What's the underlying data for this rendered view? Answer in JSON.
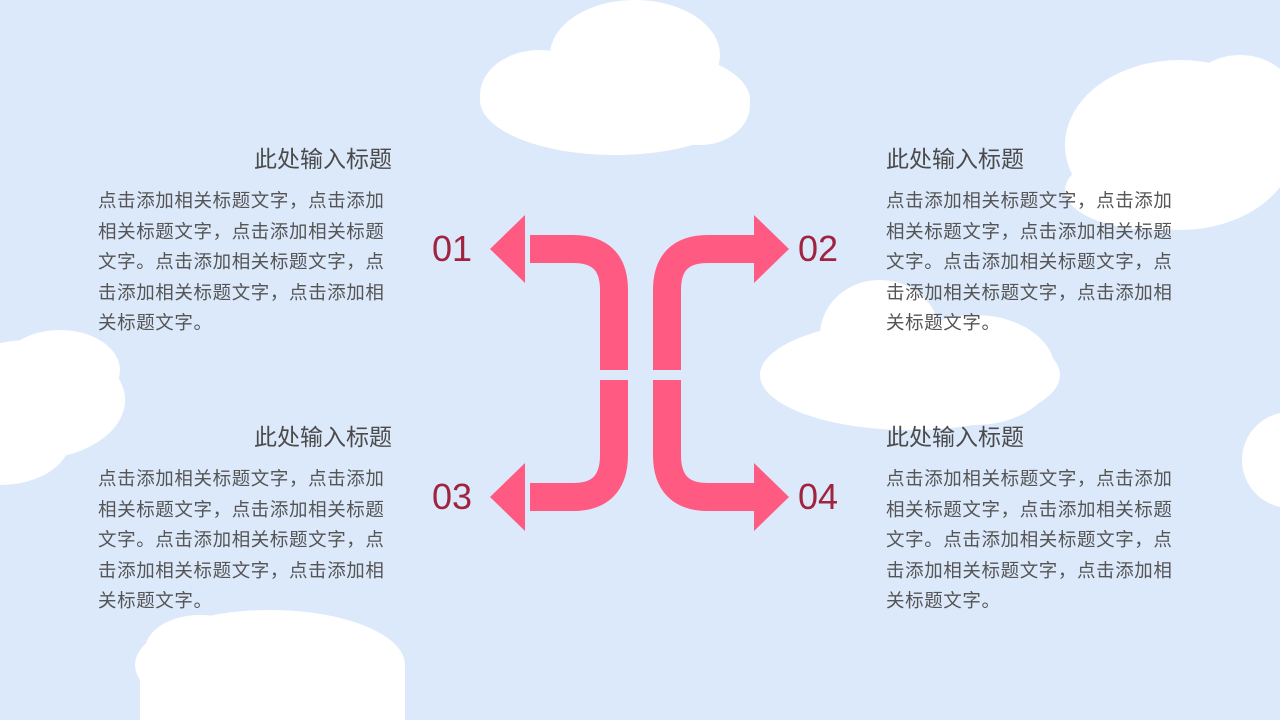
{
  "items": [
    {
      "number": "01",
      "title": "此处输入标题",
      "body": "点击添加相关标题文字，点击添加相关标题文字，点击添加相关标题文字。点击添加相关标题文字，点击添加相关标题文字，点击添加相关标题文字。"
    },
    {
      "number": "02",
      "title": "此处输入标题",
      "body": "点击添加相关标题文字，点击添加相关标题文字，点击添加相关标题文字。点击添加相关标题文字，点击添加相关标题文字，点击添加相关标题文字。"
    },
    {
      "number": "03",
      "title": "此处输入标题",
      "body": "点击添加相关标题文字，点击添加相关标题文字，点击添加相关标题文字。点击添加相关标题文字，点击添加相关标题文字，点击添加相关标题文字。"
    },
    {
      "number": "04",
      "title": "此处输入标题",
      "body": "点击添加相关标题文字，点击添加相关标题文字，点击添加相关标题文字。点击添加相关标题文字，点击添加相关标题文字，点击添加相关标题文字。"
    }
  ],
  "colors": {
    "background": "#dce9fb",
    "cloud": "#ffffff",
    "arrow": "#ff5a82",
    "number": "#a0243f",
    "title": "#4a4a4a",
    "body": "#555555"
  },
  "icons": [
    "cloud-icon",
    "arrow-icon"
  ]
}
